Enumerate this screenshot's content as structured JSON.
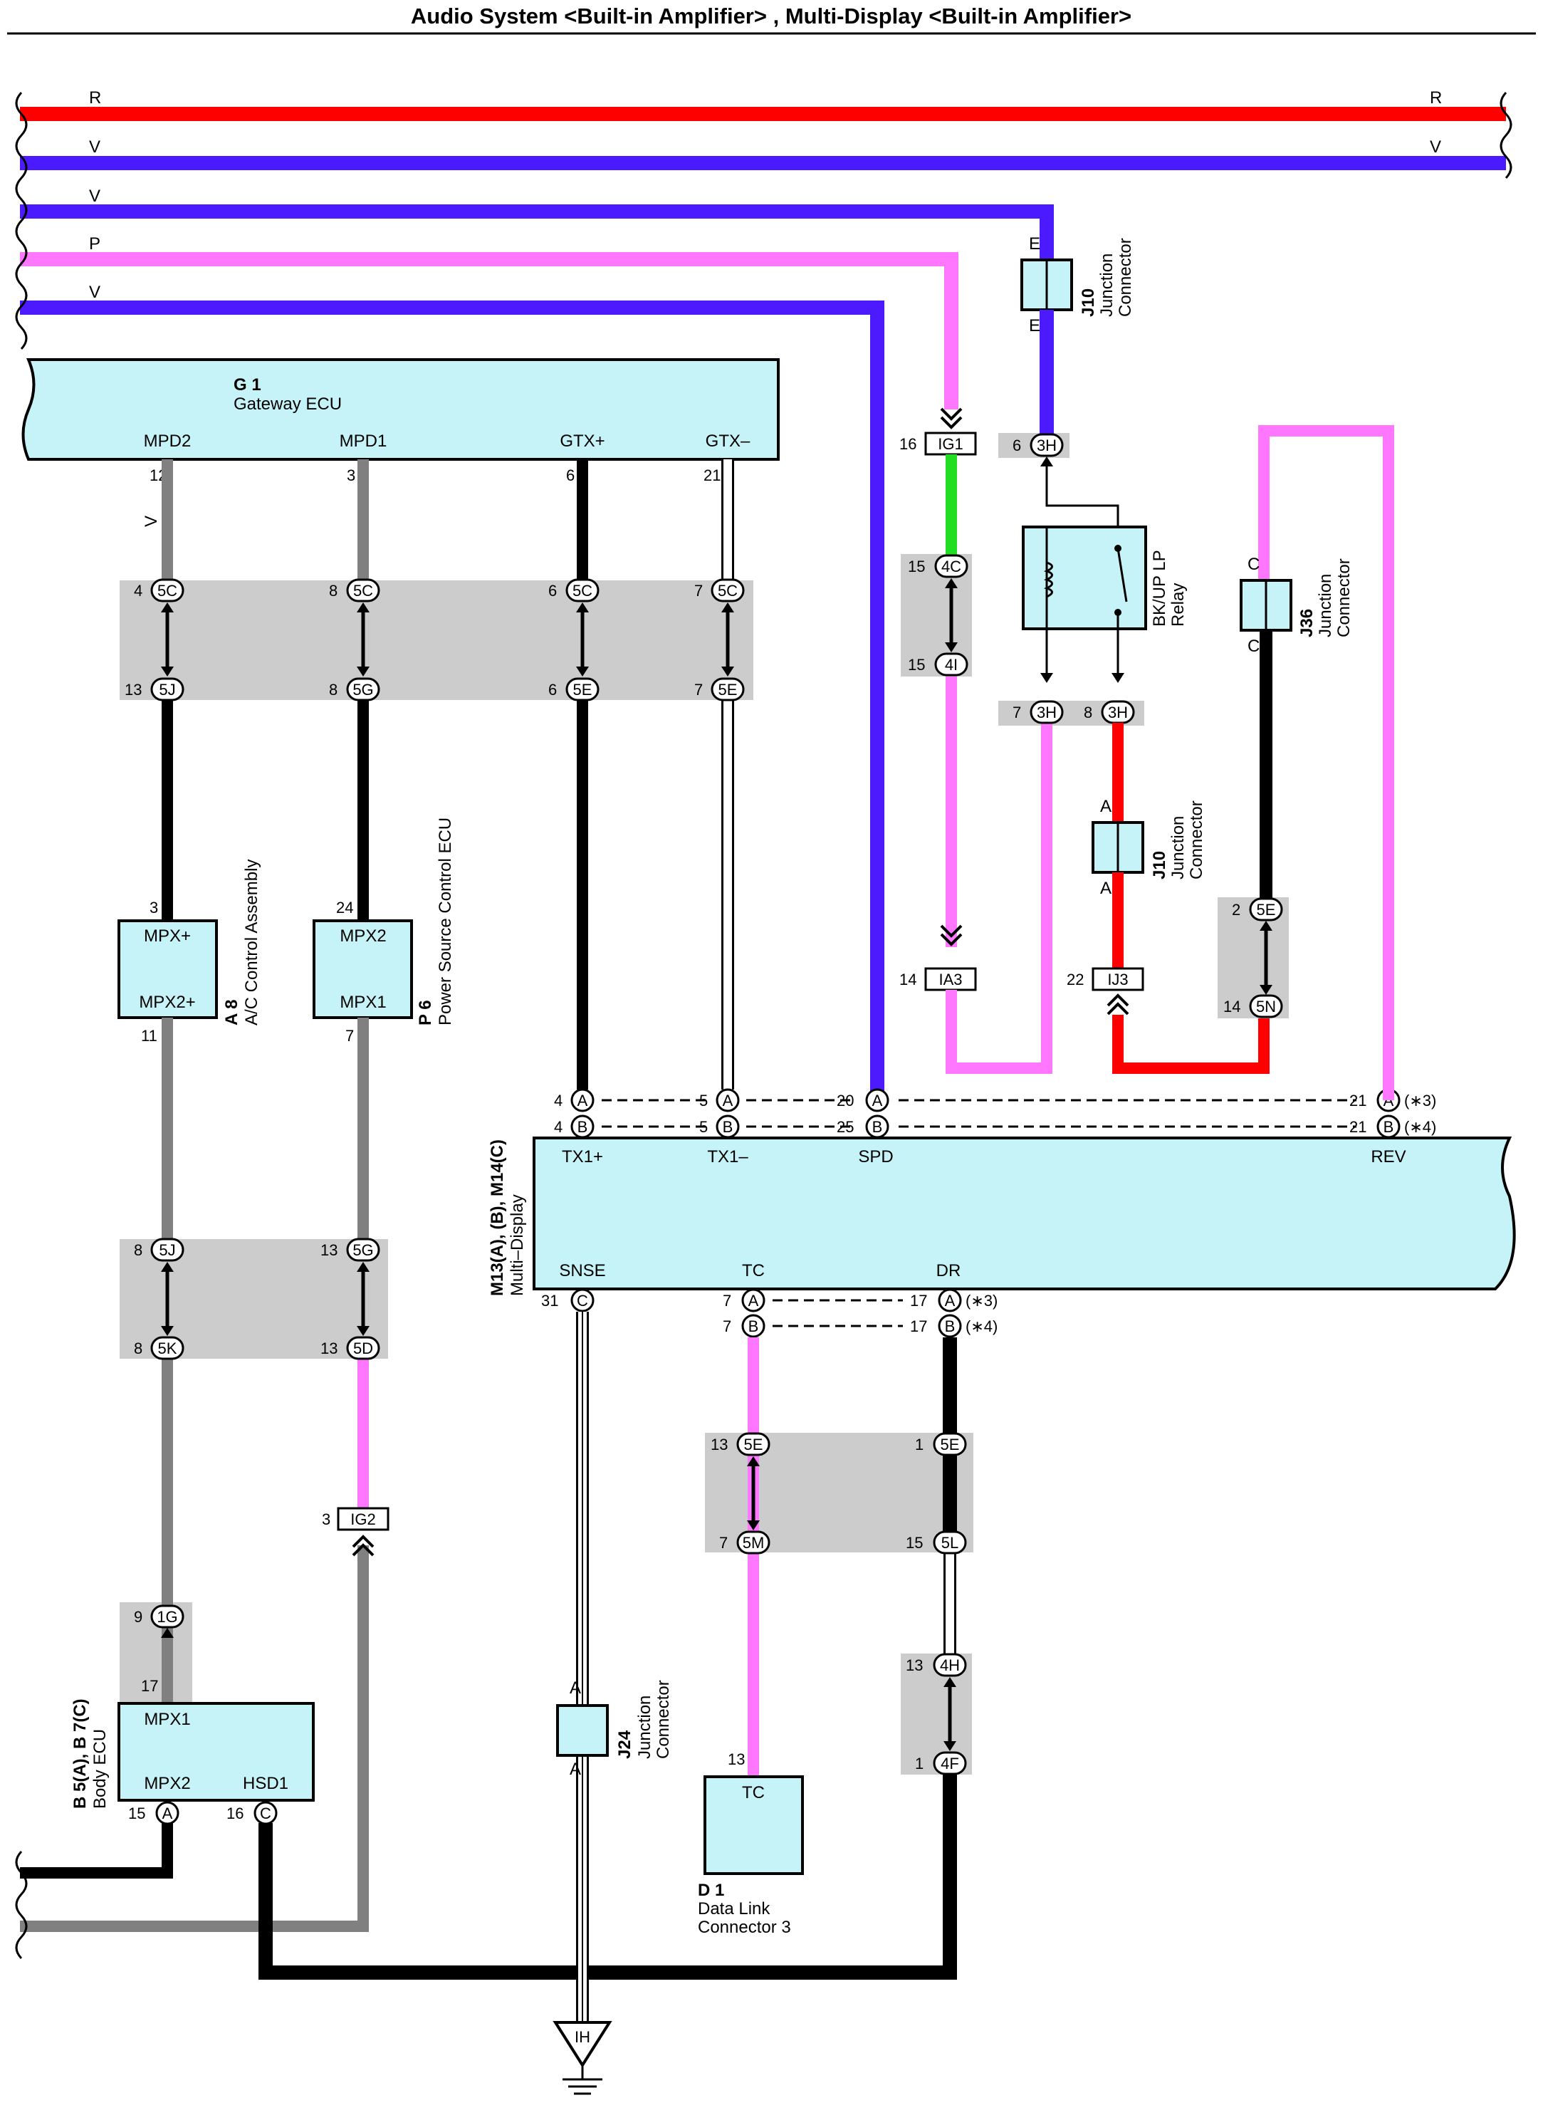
{
  "title": "Audio System <Built-in Amplifier> , Multi-Display <Built-in Amplifier>",
  "colors": {
    "R": "#ff0000",
    "V": "#4b1aff",
    "P": "#ff77ff",
    "G": "#22dd22",
    "B": "#000000",
    "GR": "#808080",
    "W": "#ffffff",
    "component_fill": "#c6f3f7",
    "splice_fill": "#cccccc"
  },
  "bus_wires": [
    {
      "code": "R"
    },
    {
      "code": "V"
    },
    {
      "code": "V"
    },
    {
      "code": "P"
    },
    {
      "code": "V"
    }
  ],
  "components": {
    "g1": {
      "id": "G 1",
      "name": "Gateway ECU",
      "pins": [
        "MPD2",
        "MPD1",
        "GTX+",
        "GTX–"
      ],
      "pin_numbers": [
        "12",
        "3",
        "6",
        "21"
      ]
    },
    "a8": {
      "id": "A 8",
      "name": "A/C Control Assembly",
      "pins": [
        "MPX+",
        "MPX2+"
      ],
      "pin_numbers": [
        "3",
        "11"
      ]
    },
    "p6": {
      "id": "P 6",
      "name": "Power Source Control ECU",
      "pins": [
        "MPX2",
        "MPX1"
      ],
      "pin_numbers": [
        "24",
        "7"
      ]
    },
    "b5": {
      "id": "B 5(A), B 7(C)",
      "name": "Body ECU",
      "pins": [
        "MPX1",
        "MPX2",
        "HSD1"
      ],
      "pin_numbers": [
        "17",
        "15",
        "16"
      ]
    },
    "m13": {
      "id": "M13(A), (B), M14(C)",
      "name": "Multi–Display",
      "pins": [
        "TX1+",
        "TX1–",
        "SPD",
        "REV",
        "SNSE",
        "TC",
        "DR"
      ]
    },
    "d1": {
      "id": "D 1",
      "name": "Data Link",
      "name2": "Connector 3",
      "pin": "TC",
      "pin_number": "13"
    },
    "relay": {
      "name": "BK/UP LP",
      "name2": "Relay"
    },
    "j10": {
      "id": "J10",
      "name": "Junction",
      "name2": "Connector"
    },
    "j36": {
      "id": "J36",
      "name": "Junction",
      "name2": "Connector"
    },
    "j24": {
      "id": "J24",
      "name": "Junction",
      "name2": "Connector"
    },
    "ground": {
      "label": "IH"
    }
  },
  "connectors": {
    "c5C": "5C",
    "c5J": "5J",
    "c5G": "5G",
    "c5E": "5E",
    "c5K": "5K",
    "c5D": "5D",
    "c5M": "5M",
    "c5L": "5L",
    "c5N": "5N",
    "c4C": "4C",
    "c4I": "4I",
    "c4H": "4H",
    "c4F": "4F",
    "c3H": "3H",
    "c1G": "1G",
    "cIG1": "IG1",
    "cIG2": "IG2",
    "cIA3": "IA3",
    "cIJ3": "IJ3",
    "cA": "A",
    "cB": "B",
    "cC": "C",
    "cE": "E"
  },
  "notes": {
    "n3": "(∗3)",
    "n4": "(∗4)"
  }
}
